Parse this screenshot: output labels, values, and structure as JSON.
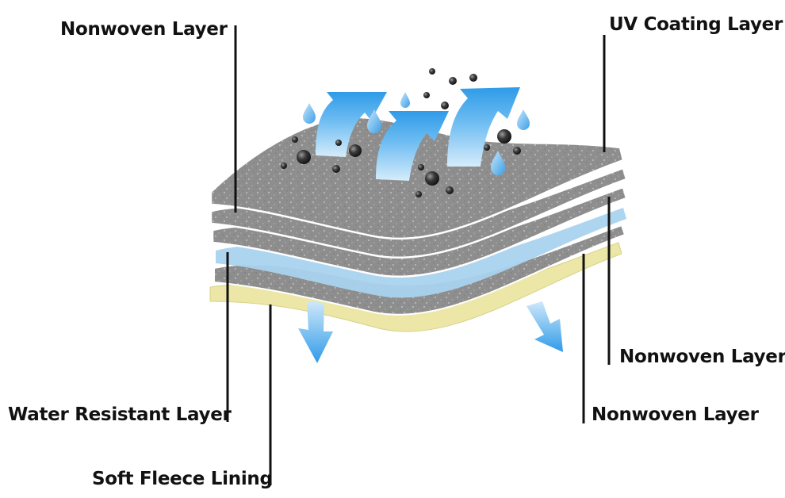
{
  "labels": {
    "nonwoven_top": "Nonwoven Layer",
    "uv_coating": "UV Coating Layer",
    "nonwoven_right_upper": "Nonwoven Layer",
    "nonwoven_right_lower": "Nonwoven Layer",
    "water_resistant": "Water Resistant Layer",
    "soft_fleece": "Soft Fleece Lining"
  },
  "colors": {
    "nonwoven": "#8e8e8e",
    "nonwoven_speckle": "#b4b4b4",
    "water_layer": "#a9d3ee",
    "fleece": "#ece7a6",
    "arrow": "#47a9ee",
    "droplet": "#6ab8ec",
    "particle": "#2c2c2c",
    "leader_line": "#111111"
  },
  "icons": {
    "breathable_arrow": "arrow-up-icon",
    "drain_arrow": "arrow-down-icon",
    "water_droplet": "droplet-icon",
    "dust_particle": "particle-icon"
  }
}
